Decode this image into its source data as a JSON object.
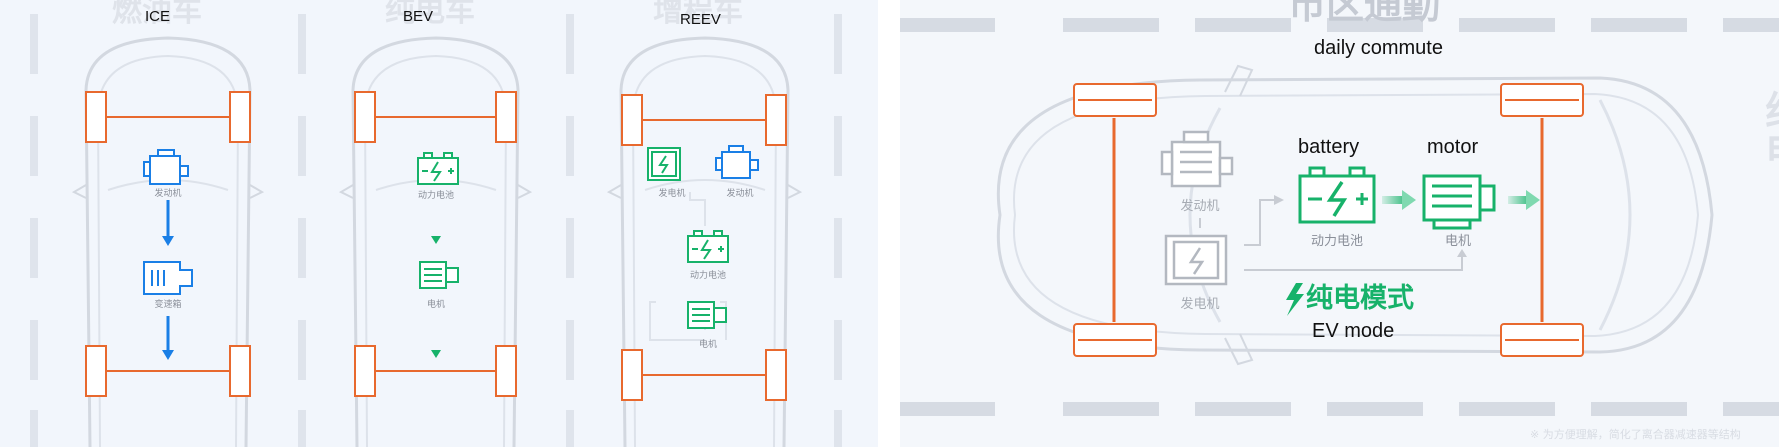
{
  "left_panel": {
    "columns": [
      {
        "label": "ICE",
        "ghost_title": "燃油车",
        "components": [
          "发动机",
          "变速箱"
        ]
      },
      {
        "label": "BEV",
        "ghost_title": "纯电车",
        "components": [
          "动力电池",
          "电机"
        ]
      },
      {
        "label": "REEV",
        "ghost_title": "增程车",
        "components": [
          "发电机",
          "发动机",
          "动力电池",
          "电机"
        ]
      }
    ]
  },
  "right_panel": {
    "ghost_title": "市区通勤",
    "subtitle": "daily commute",
    "engine_label": "发动机",
    "generator_label": "发电机",
    "battery_heading": "battery",
    "battery_label": "动力电池",
    "motor_heading": "motor",
    "motor_label": "电机",
    "mode_cn": "纯电模式",
    "mode_en": "EV mode",
    "side_ghost": "纯电",
    "footnote": "※ 为方便理解，简化了离合器减速器等结构"
  },
  "colors": {
    "wheel": "#e8692e",
    "engine_blue": "#1a7fe6",
    "battery_green": "#17b26a",
    "disabled_gray": "#b3b8c0",
    "car_outline": "#dde1e8",
    "lane": "#d6dbe3"
  }
}
